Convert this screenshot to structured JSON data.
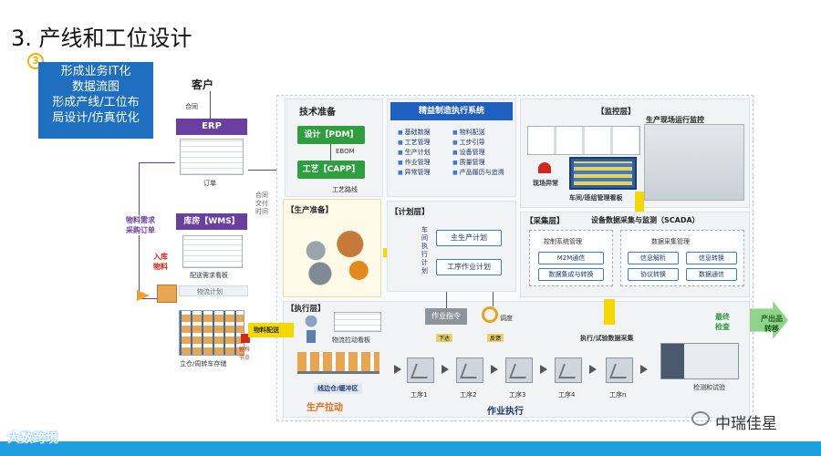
{
  "title": "3. 产线和工位设计",
  "badge": "3",
  "left_blue_box": {
    "line1": "形成业务IT化",
    "line2": "数据流图",
    "line3": "形成产线/工位布",
    "line4": "局设计/仿真优化"
  },
  "customer": "客户",
  "contract": "合同",
  "erp": {
    "title": "ERP",
    "orders": "订单"
  },
  "material_demand": "物料需求\n采购订单",
  "wms": {
    "title": "库房【WMS】",
    "board": "配送需求看板",
    "plan": "物流计划"
  },
  "inbound": "入库\n物料",
  "warehouse_caption": "立仓/周转车存储",
  "feed_point": "物料节点",
  "contract_delivery": "合同\n交付\n时间",
  "tech_prep": {
    "title": "技术准备",
    "design": "设计【PDM】",
    "ebom": "EBOM",
    "process": "工艺【CAPP】",
    "route": "工艺路线"
  },
  "mes": {
    "title": "精益制造执行系统",
    "col1": [
      "基础数据",
      "工艺管理",
      "生产计划",
      "作业管理",
      "异常管理"
    ],
    "col2": [
      "物料配送",
      "工步引导",
      "设备管理",
      "质量管理",
      "产品履历与追溯"
    ]
  },
  "monitor": {
    "title": "【监控层】",
    "site": "生产现场运行监控",
    "abnormal": "现场异常",
    "board": "车间/班组管理看板"
  },
  "prod_prep": {
    "title": "【生产准备】"
  },
  "plan_layer": {
    "title": "【计划层】",
    "vertical": "车间执行计划",
    "master": "主生产计划",
    "job": "工序作业计划"
  },
  "collect": {
    "title": "【采集层】",
    "scada": "设备数据采集与监测（SCADA）",
    "control_title": "控制系统管理",
    "control_items": [
      "M2M通信",
      "数据集成与转换"
    ],
    "data_title": "数据采集管理",
    "data_items": [
      "信息解析",
      "信息转换",
      "协议转换",
      "数据通信"
    ]
  },
  "exec_layer": {
    "title": "【执行层】",
    "dispatch": "物料配送",
    "pull_board": "物流拉动看板",
    "buffer": "线边仓/缓冲区",
    "pull": "生产拉动",
    "instruction": "作业指令",
    "issue": "下达",
    "feedback": "反馈",
    "schedule": "调度",
    "exec_data": "执行/试验数据采集",
    "stations": [
      "工序1",
      "工序2",
      "工序3",
      "工序4",
      "工序n"
    ],
    "test": "检测和试验",
    "job_exec": "作业执行",
    "final_check": "最终\n检查",
    "output": "产出品\n转移"
  },
  "footer": {
    "brand_left": "大数跨境",
    "brand_right": "中瑞佳星"
  },
  "colors": {
    "accent_blue": "#1f5fbf",
    "purple": "#6b3fa0",
    "orange": "#e86a1a",
    "green": "#2e9e3f",
    "bottom_bar": "#1ea0e0"
  }
}
